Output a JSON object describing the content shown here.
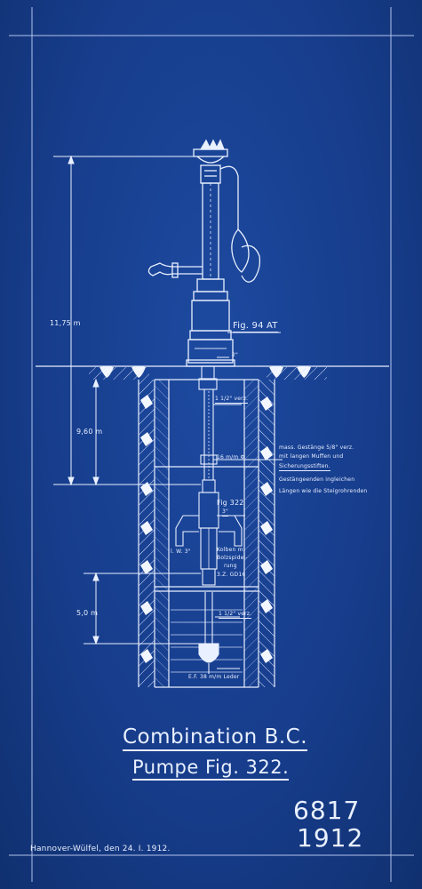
{
  "dimensions": {
    "total_height": "11,75 m",
    "upper_section": "9,60 m",
    "lower_section": "5,0 m"
  },
  "labels": {
    "fig_head": "Fig. 94 AT",
    "pipe_size_top": "2\"",
    "riser_upper": "1 1/2\" verz.",
    "rod_size": "16 m/m Φ",
    "rod_note_1": "mass. Gestänge 5/8\" verz.",
    "rod_note_2": "mit langen Muffen und",
    "rod_note_3": "Sicherungsstiften.",
    "rod_note_4": "Gestängeenden ingleichen",
    "rod_note_5": "Längen wie die Steigrohrenden",
    "fig_cylinder": "Fig 322",
    "cylinder_size": "3\"",
    "inner_width": "l. W. 3\"",
    "piston_1": "Kolben m.",
    "piston_2": "Bolzspidel-",
    "piston_3": "rung",
    "piston_4": "3.Z. GD16",
    "riser_lower": "1 1/2\" verz.",
    "foot_valve": "E.F. 38 m/m Leder"
  },
  "title": {
    "line1": "Combination B.C.",
    "line2": "Pumpe Fig. 322."
  },
  "drawing_number": "6817",
  "drawing_year": "1912",
  "place_date": "Hannover-Wülfel, den 24. I. 1912.",
  "colors": {
    "paper": "#173d8c",
    "ink": "#e9f0ff"
  }
}
